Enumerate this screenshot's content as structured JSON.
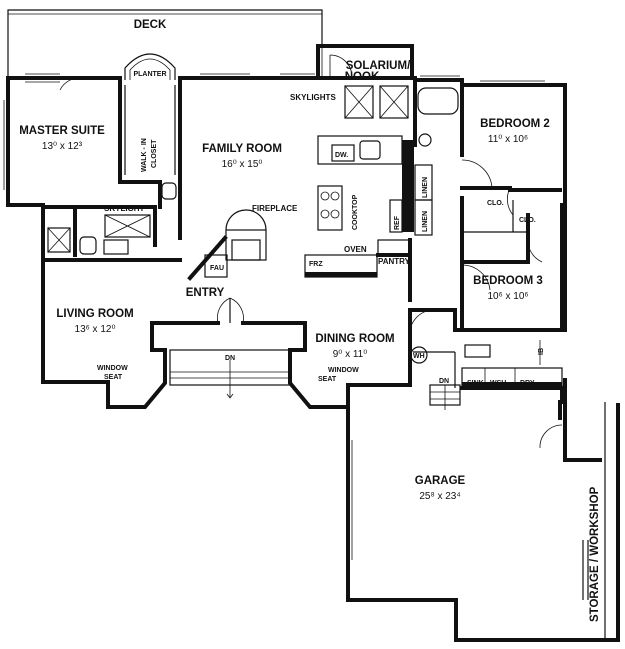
{
  "rooms": {
    "deck": {
      "label": "DECK"
    },
    "solarium": {
      "label_line1": "SOLARIUM/",
      "label_line2": "NOOK"
    },
    "planter": {
      "label": "PLANTER"
    },
    "skylights": {
      "label": "SKYLIGHTS"
    },
    "master_suite": {
      "label": "MASTER SUITE",
      "dimensions": "13⁰ x 12³"
    },
    "walk_in_closet": {
      "label_line1": "WALK - IN",
      "label_line2": "CLOSET"
    },
    "family_room": {
      "label": "FAMILY ROOM",
      "dimensions": "16⁰ x 15⁰"
    },
    "bedroom_2": {
      "label": "BEDROOM 2",
      "dimensions": "11⁰ x 10⁶"
    },
    "bedroom_3": {
      "label": "BEDROOM 3",
      "dimensions": "10⁶ x 10⁶"
    },
    "living_room": {
      "label": "LIVING ROOM",
      "dimensions": "13⁶ x 12⁰"
    },
    "dining_room": {
      "label": "DINING ROOM",
      "dimensions": "9⁰ x 11⁰"
    },
    "garage": {
      "label": "GARAGE",
      "dimensions": "25⁸ x 23⁴"
    },
    "storage": {
      "label": "STORAGE / WORKSHOP"
    },
    "entry": {
      "label": "ENTRY"
    }
  },
  "fixtures": {
    "skylight": "SKYLIGHT",
    "fireplace": "FIREPLACE",
    "fau": "FAU",
    "dw": "DW.",
    "cooktop": "COOKTOP",
    "ref": "REF",
    "linen_1": "LINEN",
    "linen_2": "LINEN",
    "oven": "OVEN",
    "frz": "FRZ",
    "pantry": "PANTRY",
    "clo_1": "CLO.",
    "clo_2": "CLO.",
    "wh": "WH",
    "sink": "SINK",
    "wsh": "WSH",
    "dry": "DRY",
    "ib": "IB",
    "window_seat_1_line1": "WINDOW",
    "window_seat_1_line2": "SEAT",
    "window_seat_2_line1": "WINDOW",
    "window_seat_2_line2": "SEAT",
    "dn_1": "DN",
    "dn_2": "DN"
  }
}
